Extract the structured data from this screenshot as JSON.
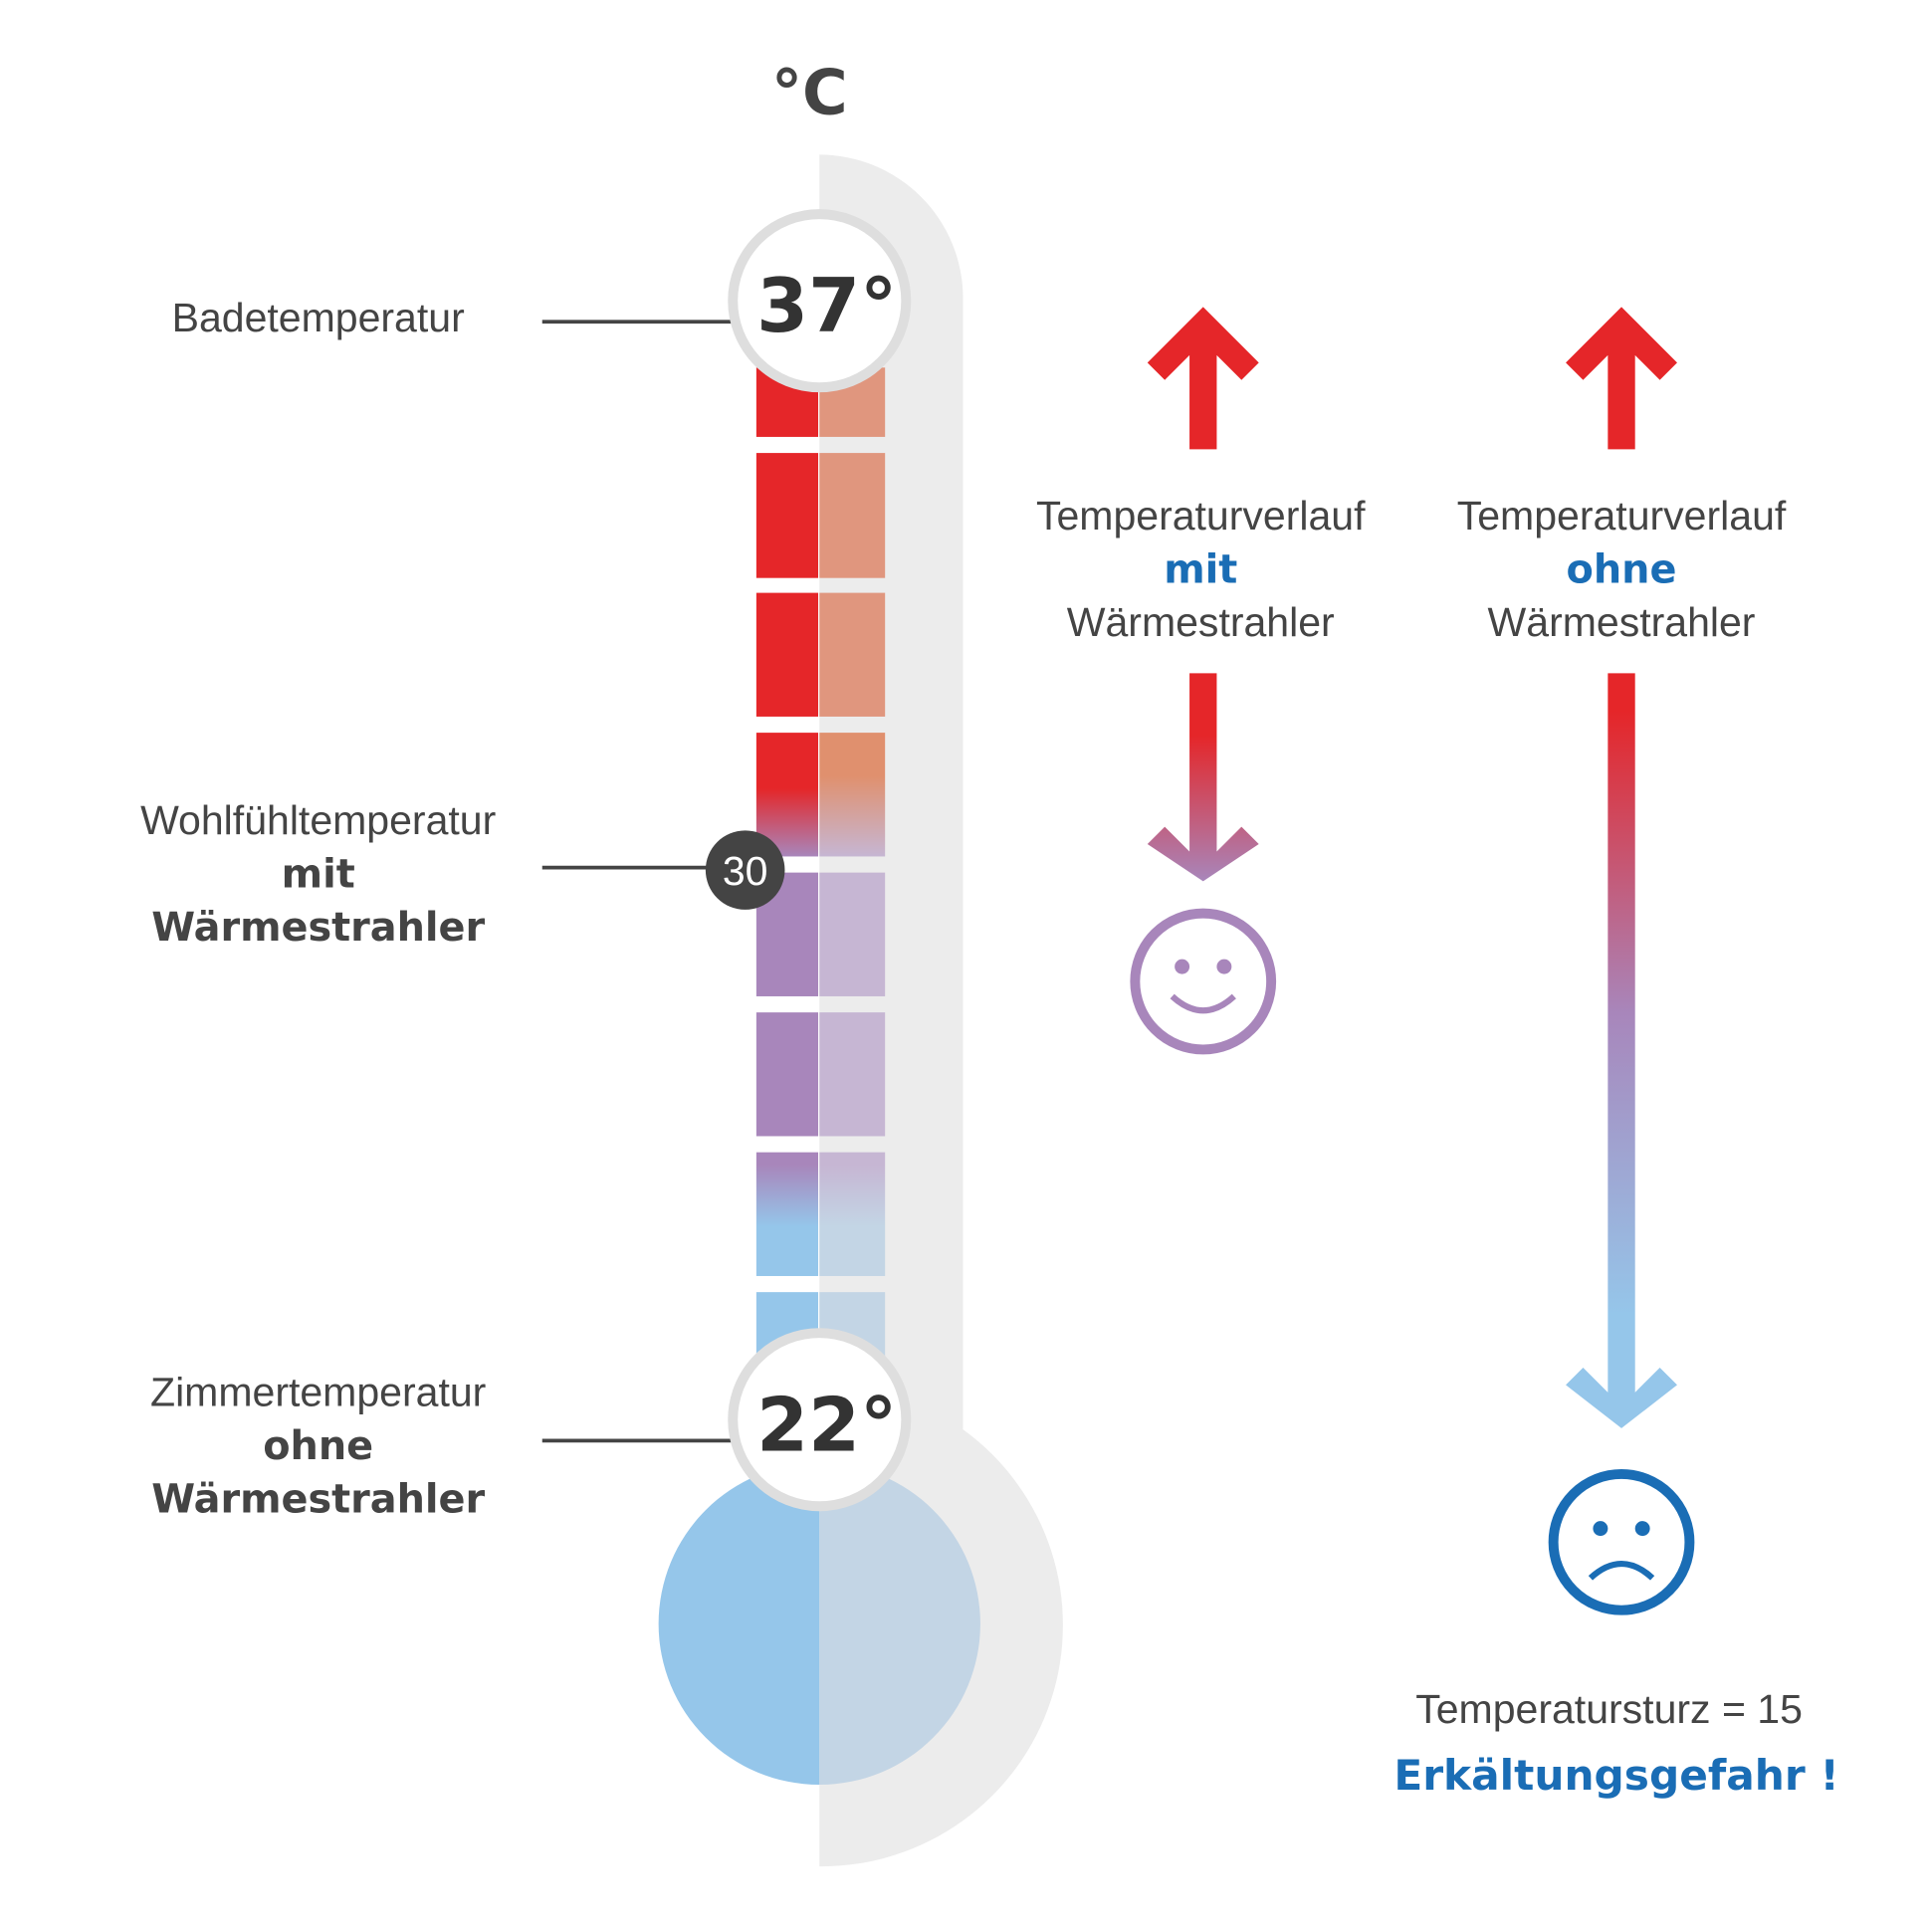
{
  "unit": "°C",
  "markers": {
    "top": "37°",
    "mid": "30",
    "bottom": "22°"
  },
  "labels": {
    "bath": "Badetemperatur",
    "comfort": [
      "Wohlfühltemperatur",
      "mit",
      "Wärmestrahler"
    ],
    "room": [
      "Zimmertemperatur",
      "ohne",
      "Wärmestrahler"
    ]
  },
  "columns": {
    "with": [
      "Temperaturverlauf",
      "mit",
      "Wärmestrahler"
    ],
    "without": [
      "Temperaturverlauf",
      "ohne",
      "Wärmestrahler"
    ]
  },
  "footer": {
    "drop": "Temperatursturz = 15",
    "warning": "Erkältungsgefahr !"
  },
  "colors": {
    "red": "#e52629",
    "red_light": "#e0967e",
    "purple": "#a886bb",
    "purple_light": "#c6b6d3",
    "blue": "#95c6ea",
    "blue_light": "#c3d5e5",
    "accent_text": "#1a6db5",
    "dark": "#444444"
  }
}
